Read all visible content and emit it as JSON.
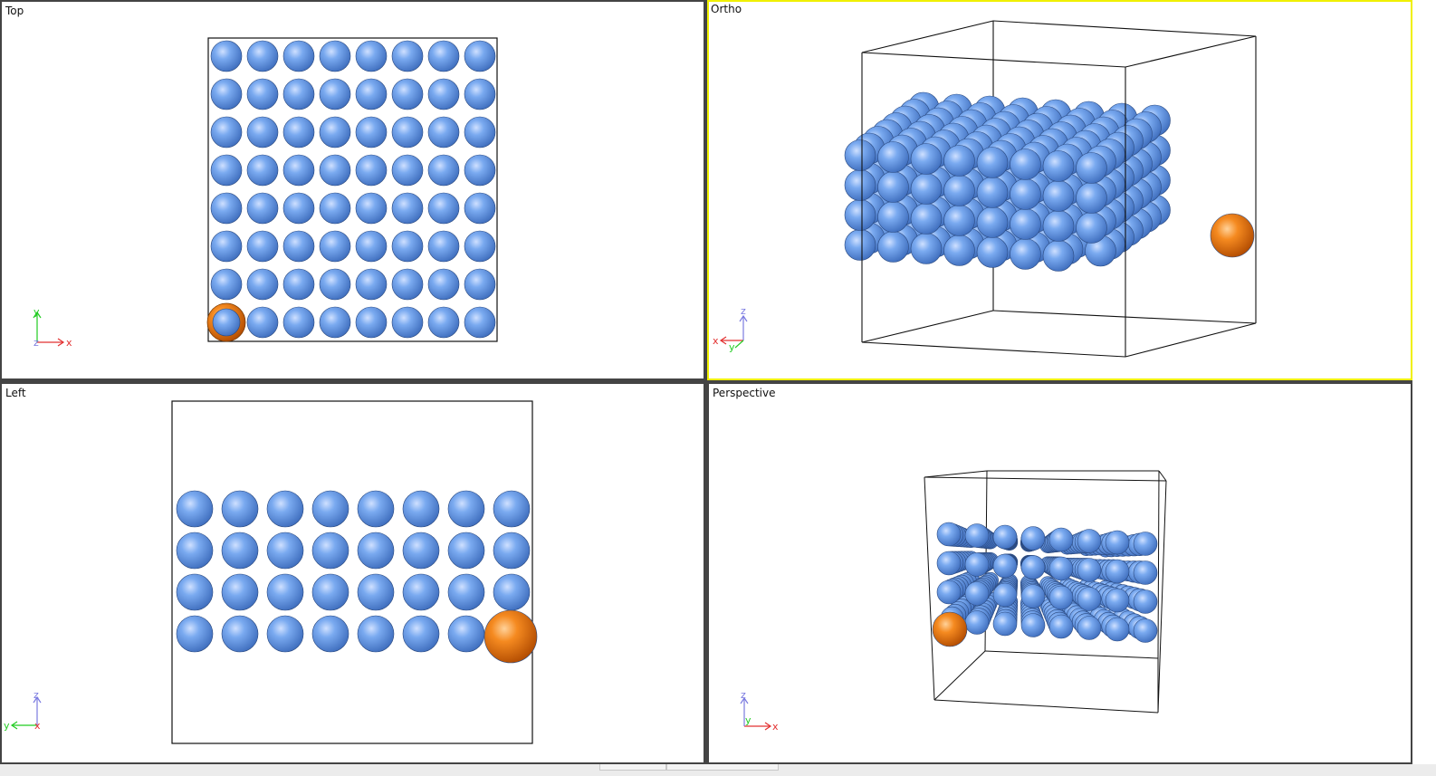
{
  "viewports": {
    "top": {
      "label": "Top",
      "axes": {
        "h": "x",
        "v": "y",
        "depth": "z"
      },
      "active": false
    },
    "ortho": {
      "label": "Ortho",
      "axes": {
        "a": "x",
        "b": "y",
        "c": "z"
      },
      "active": true
    },
    "left": {
      "label": "Left",
      "axes": {
        "h": "y",
        "h_end": "x",
        "v": "z"
      },
      "active": false
    },
    "perspective": {
      "label": "Perspective",
      "axes": {
        "h": "x",
        "v": "z",
        "depth": "y"
      },
      "active": false
    }
  },
  "colors": {
    "particle": "#6a9ee8",
    "selected_particle": "#f07a10",
    "cell_line": "#111111",
    "active_border": "#f0f000",
    "frame": "#444444",
    "axis_x": "#e23030",
    "axis_y": "#22cc22",
    "axis_z": "#7a7ae0"
  },
  "icons": {
    "particle": "sphere-icon",
    "axes": "axis-tripod-icon"
  }
}
